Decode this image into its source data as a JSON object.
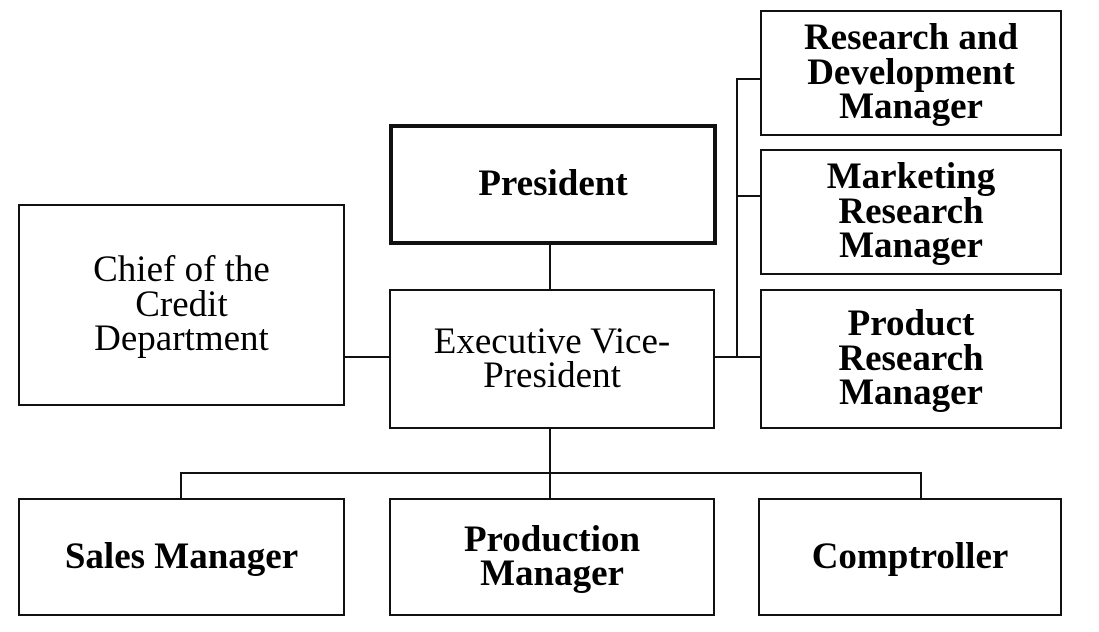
{
  "org_chart": {
    "president": "President",
    "executive_vp": "Executive Vice-\nPresident",
    "chief_credit": "Chief of  the\nCredit\nDepartment",
    "rd_manager": "Research and\nDevelopment\nManager",
    "marketing_research_manager": "Marketing\nResearch\nManager",
    "product_research_manager": "Product\nResearch\nManager",
    "sales_manager": "Sales Manager",
    "production_manager": "Production\nManager",
    "comptroller": "Comptroller"
  }
}
